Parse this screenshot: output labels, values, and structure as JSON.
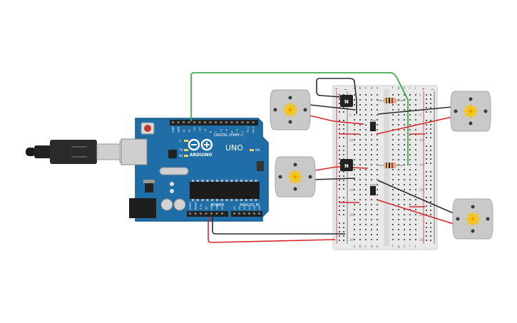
{
  "arduino": {
    "logo_text": "ARDUINO",
    "model": "UNO",
    "digital_label": "DIGITAL (PWM~)",
    "power_label": "POWER",
    "analog_label": "ANALOG IN",
    "on_label": "ON",
    "led_labels": [
      "L",
      "TX",
      "RX"
    ],
    "top_pins": [
      "AREF",
      "GND",
      "13",
      "12",
      "~11",
      "~10",
      "~9",
      "8",
      "7",
      "~6",
      "~5",
      "4",
      "~3",
      "2",
      "TX 1",
      "RX 0"
    ],
    "power_pins": [
      "IOREF",
      "RESET",
      "3.3V",
      "5V",
      "GND",
      "GND",
      "Vin"
    ],
    "analog_pins": [
      "A0",
      "A1",
      "A2",
      "A3",
      "A4",
      "A5"
    ]
  },
  "breadboard": {
    "col_letters_left": [
      "a",
      "b",
      "c",
      "d",
      "e"
    ],
    "col_letters_right": [
      "f",
      "g",
      "h",
      "i",
      "j"
    ],
    "row_numbers": [
      "1",
      "5",
      "10",
      "15",
      "20",
      "25",
      "30"
    ],
    "rail_plus": "+",
    "rail_minus": "−"
  },
  "transistors": [
    {
      "label": "N"
    },
    {
      "label": "N"
    }
  ],
  "colors": {
    "board_blue": "#1f6ea8",
    "breadboard": "#e9e9e9",
    "wire_red": "#d8262c",
    "wire_black": "#2b2b2b",
    "wire_green": "#3fae49",
    "motor_body": "#c9c9c9",
    "motor_hub": "#f5c518"
  }
}
